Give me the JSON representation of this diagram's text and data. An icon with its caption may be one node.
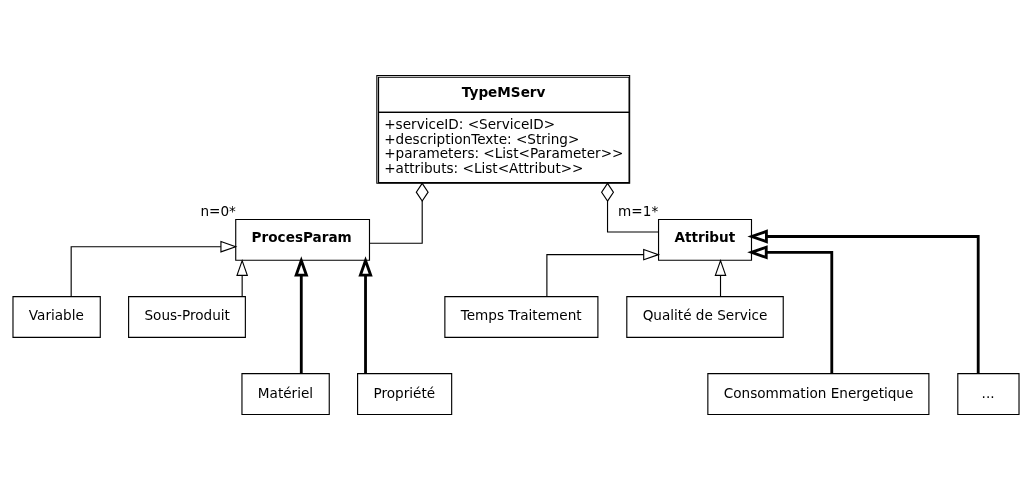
{
  "diagram": {
    "nodes": [
      {
        "text": [
          "TypeMServ",
          "+serviceID: <ServiceID>",
          "+descriptionTexte: <String>",
          "+parameters: <List<Parameter>>",
          "+attributs: <List<Attribut>>"
        ]
      },
      {
        "text": [
          "ProcesParam"
        ],
        "beside": [
          "n=0*"
        ]
      },
      {
        "text": [
          "Attribut"
        ],
        "beside": [
          "m=1*"
        ]
      },
      {
        "text": [
          "Variable"
        ]
      },
      {
        "text": [
          "Sous-Produit"
        ]
      },
      {
        "text": [
          "Matériel"
        ]
      },
      {
        "text": [
          "Propriété"
        ]
      },
      {
        "text": [
          "Temps Traitement"
        ]
      },
      {
        "text": [
          "Qualité de Service"
        ]
      },
      {
        "text": [
          "Consommation Energetique"
        ]
      },
      {
        "text": [
          "..."
        ]
      }
    ],
    "edges": [
      {
        "from": 0,
        "to": 1,
        "arrow": "other"
      },
      {
        "from": 0,
        "to": 2,
        "arrow": "other"
      },
      {
        "from": 3,
        "to": 1,
        "arrow": "to"
      },
      {
        "from": 5,
        "to": 1,
        "arrow": "to",
        "style": "thick"
      },
      {
        "from": 6,
        "to": 1,
        "arrow": "to",
        "style": "thick"
      },
      {
        "from": 4,
        "to": 1,
        "arrow": "to"
      },
      {
        "from": 7,
        "to": 2,
        "arrow": "to"
      },
      {
        "from": 9,
        "to": 2,
        "arrow": "to",
        "style": "thick"
      },
      {
        "from": 10,
        "to": 2,
        "arrow": "to",
        "style": "thick"
      },
      {
        "from": 8,
        "to": 2,
        "arrow": "to"
      }
    ]
  }
}
